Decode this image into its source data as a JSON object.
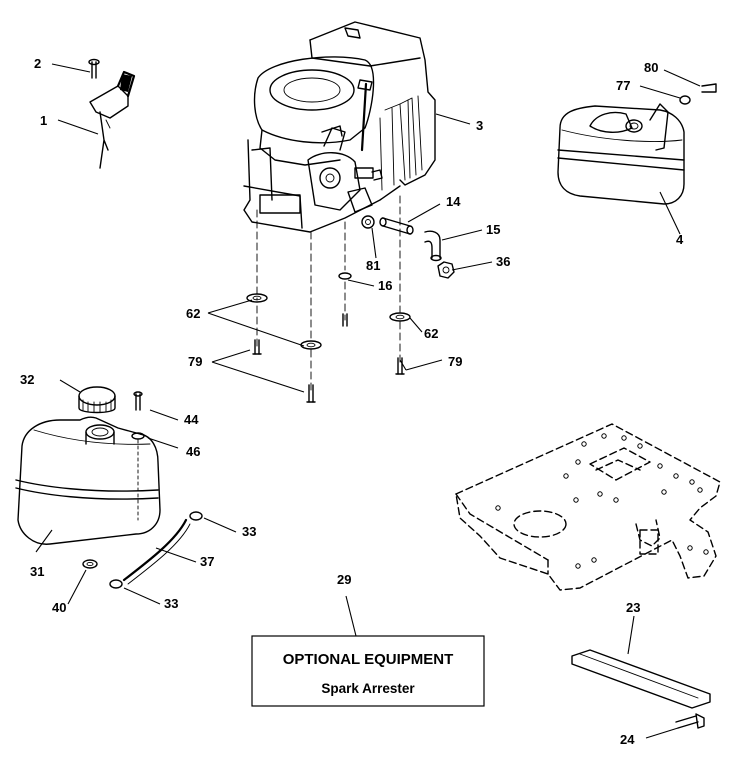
{
  "diagram": {
    "callouts": {
      "c1": "1",
      "c2": "2",
      "c3": "3",
      "c4": "4",
      "c14": "14",
      "c15": "15",
      "c16": "16",
      "c23": "23",
      "c24": "24",
      "c29": "29",
      "c31": "31",
      "c32": "32",
      "c33a": "33",
      "c33b": "33",
      "c36": "36",
      "c37": "37",
      "c40": "40",
      "c44": "44",
      "c46": "46",
      "c62a": "62",
      "c62b": "62",
      "c77": "77",
      "c79a": "79",
      "c79b": "79",
      "c80": "80",
      "c81": "81"
    },
    "optional_box": {
      "title": "OPTIONAL EQUIPMENT",
      "subtitle": "Spark Arrester"
    }
  }
}
